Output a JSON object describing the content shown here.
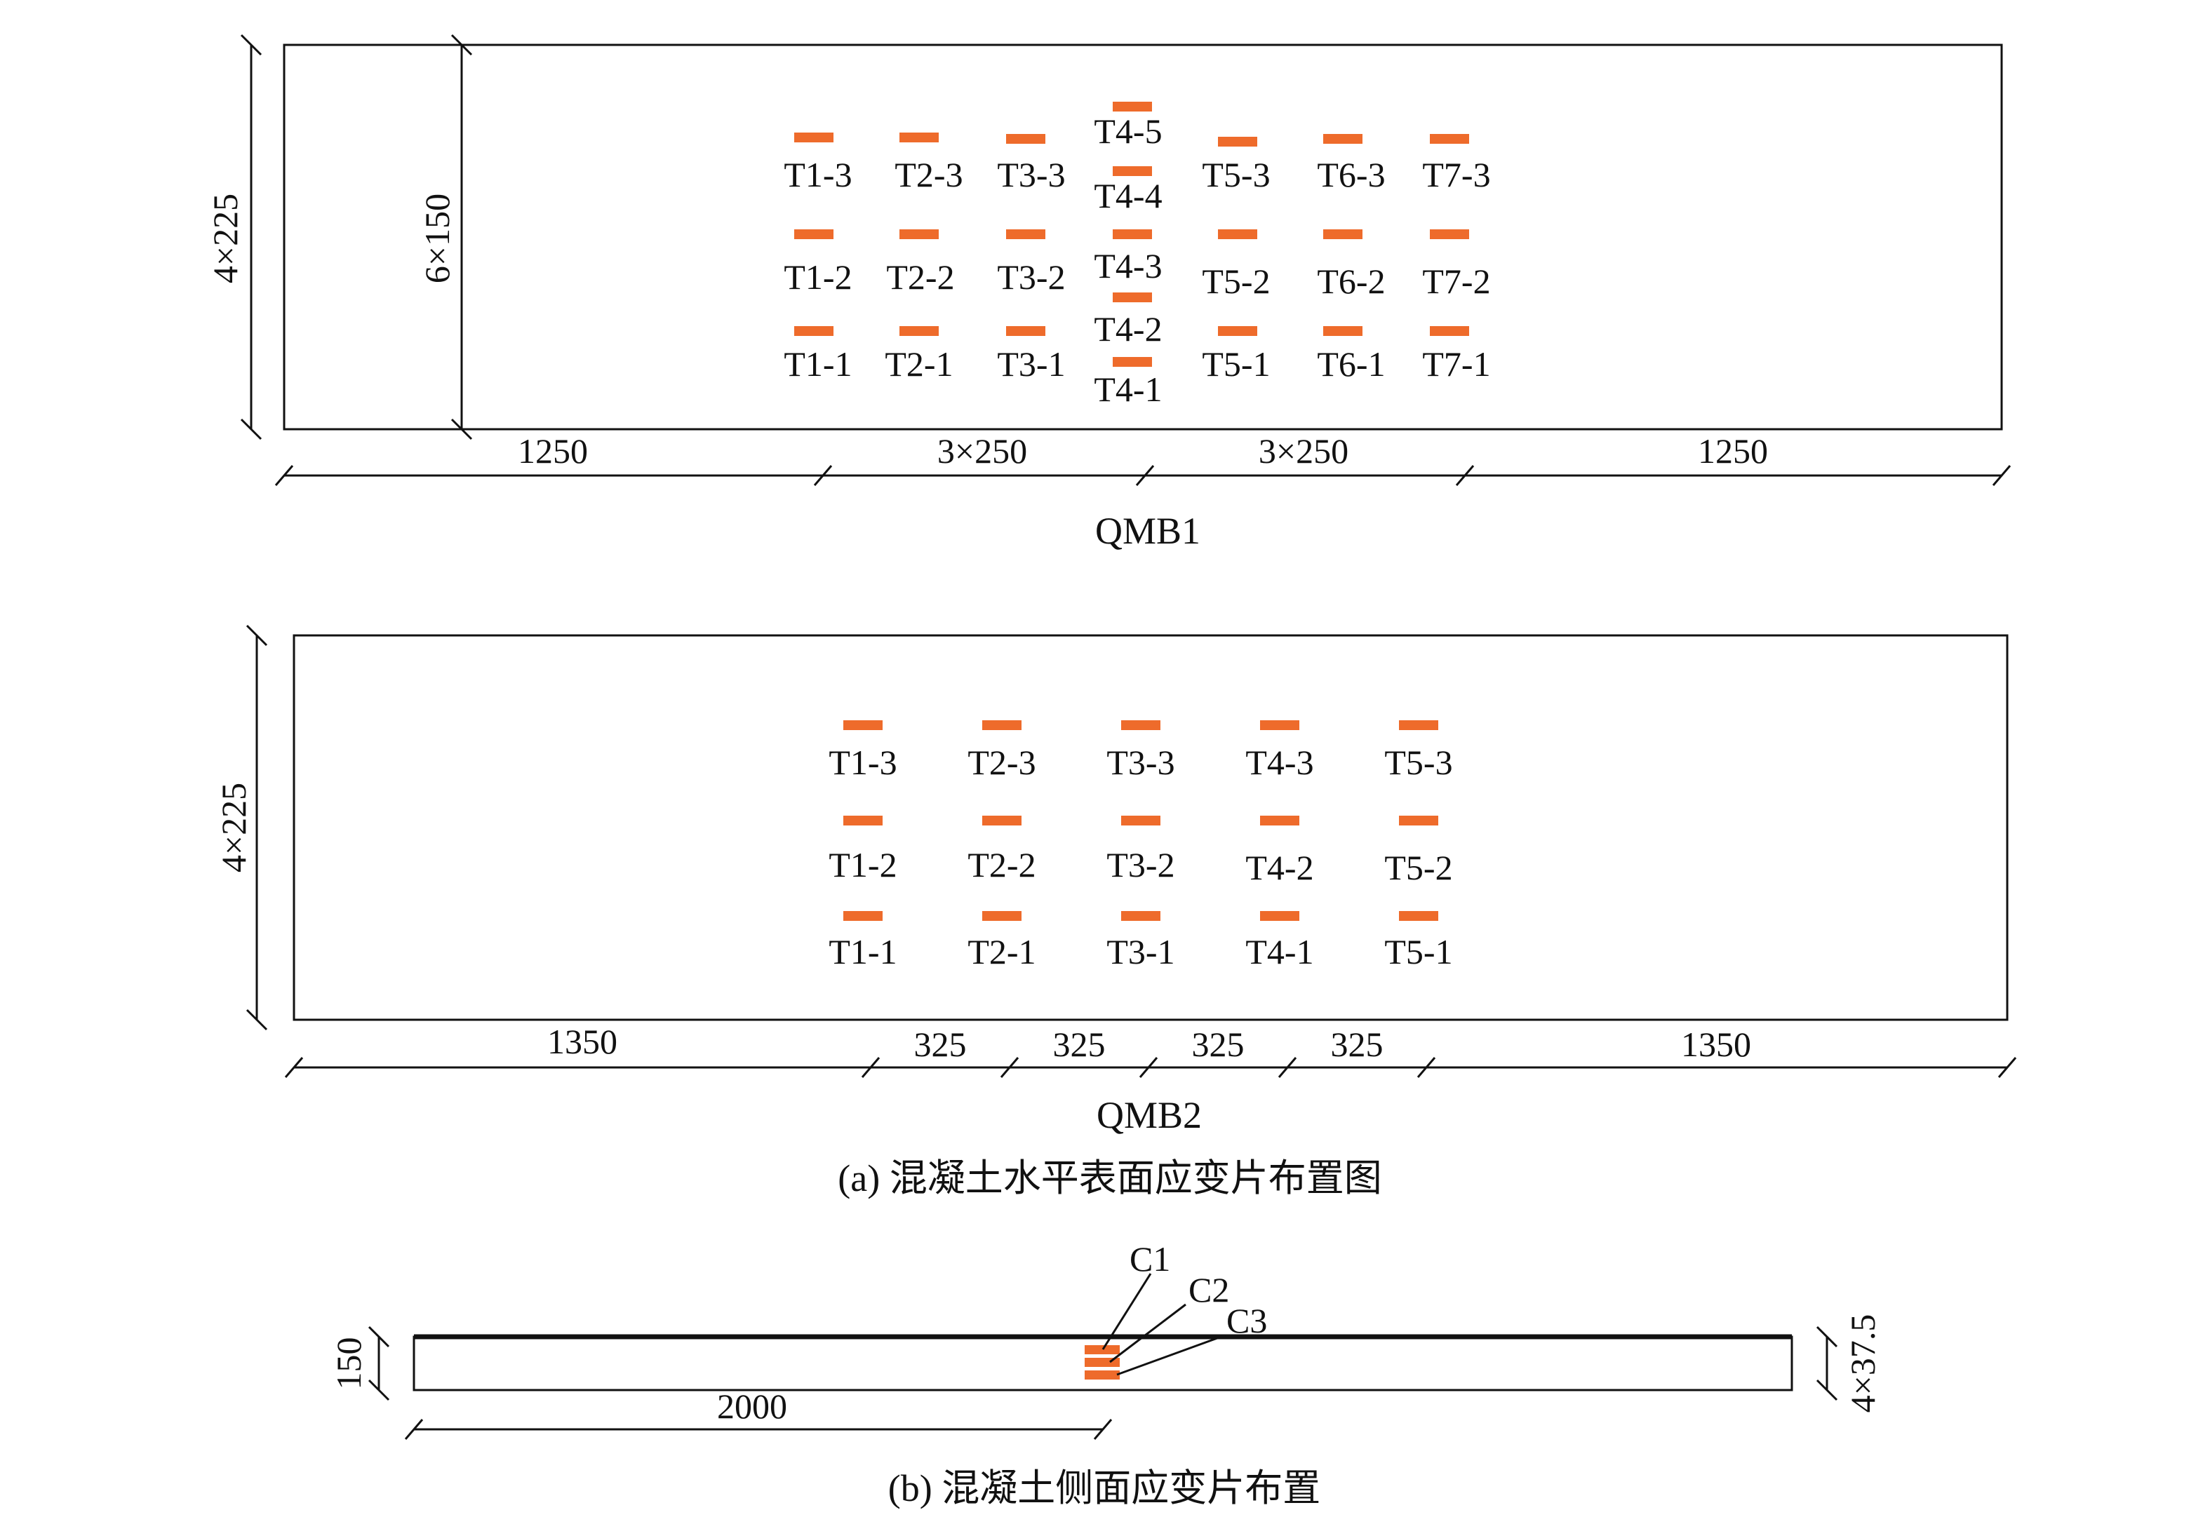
{
  "colors": {
    "gauge": "#EE6B2B",
    "line": "#111111"
  },
  "qmb1": {
    "name": "QMB1",
    "height_dim": "4×225",
    "inner_dim": "6×150",
    "bottom_dims": [
      "1250",
      "3×250",
      "3×250",
      "1250"
    ],
    "labels": {
      "T1-3": "T1-3",
      "T2-3": "T2-3",
      "T3-3": "T3-3",
      "T4-5": "T4-5",
      "T5-3": "T5-3",
      "T6-3": "T6-3",
      "T7-3": "T7-3",
      "T4-4": "T4-4",
      "T1-2": "T1-2",
      "T2-2": "T2-2",
      "T3-2": "T3-2",
      "T4-3": "T4-3",
      "T5-2": "T5-2",
      "T6-2": "T6-2",
      "T7-2": "T7-2",
      "T4-2": "T4-2",
      "T1-1": "T1-1",
      "T2-1": "T2-1",
      "T3-1": "T3-1",
      "T4-1": "T4-1",
      "T5-1": "T5-1",
      "T6-1": "T6-1",
      "T7-1": "T7-1"
    }
  },
  "qmb2": {
    "name": "QMB2",
    "height_dim": "4×225",
    "bottom_dims": [
      "1350",
      "325",
      "325",
      "325",
      "325",
      "1350"
    ],
    "labels": {
      "T1-3": "T1-3",
      "T2-3": "T2-3",
      "T3-3": "T3-3",
      "T4-3": "T4-3",
      "T5-3": "T5-3",
      "T1-2": "T1-2",
      "T2-2": "T2-2",
      "T3-2": "T3-2",
      "T4-2": "T4-2",
      "T5-2": "T5-2",
      "T1-1": "T1-1",
      "T2-1": "T2-1",
      "T3-1": "T3-1",
      "T4-1": "T4-1",
      "T5-1": "T5-1"
    }
  },
  "caption_a": "(a) 混凝土水平表面应变片布置图",
  "side": {
    "height_dim": "150",
    "right_dim": "4×37.5",
    "length_dim": "2000",
    "gauges": [
      "C1",
      "C2",
      "C3"
    ]
  },
  "caption_b": "(b) 混凝土侧面应变片布置"
}
